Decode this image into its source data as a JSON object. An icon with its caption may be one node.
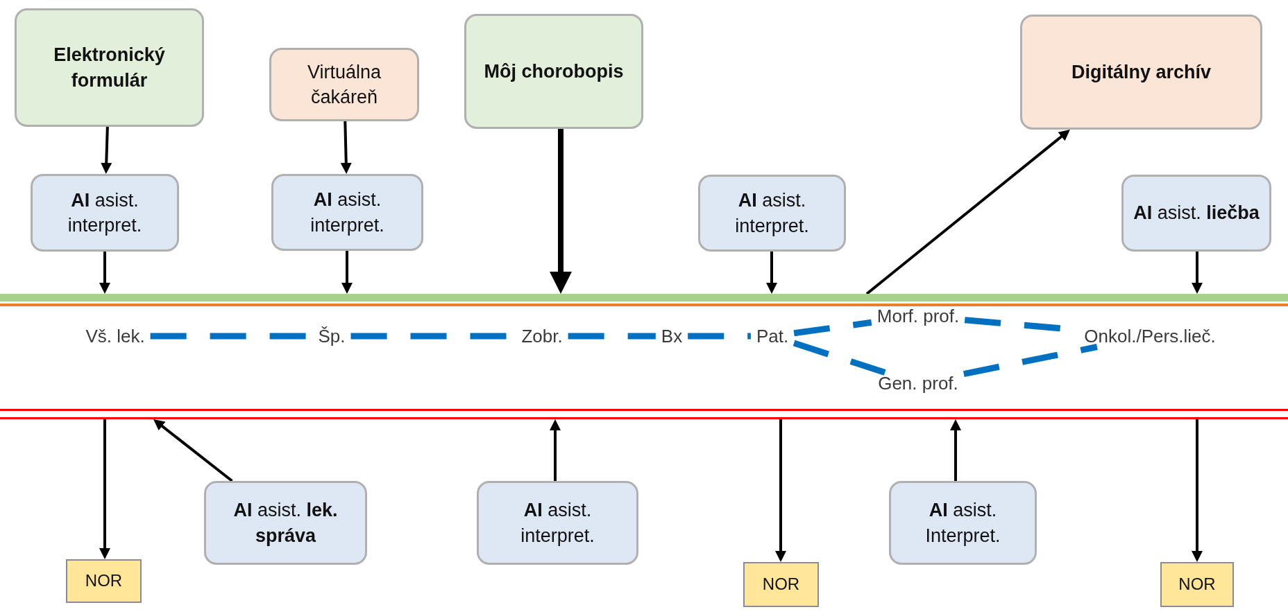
{
  "diagram": {
    "nodes": [
      {
        "text": [
          "Elektronický formulár"
        ]
      },
      {
        "text": [
          "Virtuálna čakáreň"
        ]
      },
      {
        "text": [
          "Môj chorobopis"
        ]
      },
      {
        "text": [
          "Digitálny archív"
        ]
      },
      {
        "text": [
          "**AI** asist. interpret."
        ]
      },
      {
        "text": [
          "**AI** asist. interpret."
        ]
      },
      {
        "text": [
          "**AI** asist. interpret."
        ]
      },
      {
        "text": [
          "**AI** asist. **liečba**"
        ]
      },
      {
        "text": [],
        "shape": "bar"
      },
      {
        "text": [
          "Vš. lek."
        ]
      },
      {
        "text": [
          "Šp."
        ]
      },
      {
        "text": [
          "Zobr."
        ]
      },
      {
        "text": [
          "Bx"
        ]
      },
      {
        "text": [
          "Pat."
        ]
      },
      {
        "text": [
          "Morf. prof."
        ]
      },
      {
        "text": [
          "Gen. prof."
        ]
      },
      {
        "text": [
          "Onkol./Pers.lieč."
        ]
      },
      {
        "text": [],
        "shape": "bar"
      },
      {
        "text": [
          "**AI** asist. **lek. správa**"
        ]
      },
      {
        "text": [
          "**AI** asist. interpret."
        ]
      },
      {
        "text": [
          "**AI** asist. Interpret."
        ]
      },
      {
        "text": [
          "NOR"
        ]
      },
      {
        "text": [
          "NOR"
        ]
      },
      {
        "text": [
          "NOR"
        ]
      }
    ],
    "edges": [
      {
        "from": 0,
        "to": 4,
        "arrow": "to"
      },
      {
        "from": 1,
        "to": 5,
        "arrow": "to"
      },
      {
        "from": 4,
        "to": 8,
        "arrow": "to"
      },
      {
        "from": 5,
        "to": 8,
        "arrow": "to"
      },
      {
        "from": 2,
        "to": 8,
        "arrow": "to",
        "style": "thick"
      },
      {
        "from": 6,
        "to": 8,
        "arrow": "to"
      },
      {
        "from": 8,
        "to": 3,
        "arrow": "to"
      },
      {
        "from": 7,
        "to": 8,
        "arrow": "to"
      },
      {
        "from": 9,
        "to": 10,
        "arrow": "none",
        "style": "dashed",
        "color": "#0070c0"
      },
      {
        "from": 10,
        "to": 11,
        "arrow": "none",
        "style": "dashed",
        "color": "#0070c0"
      },
      {
        "from": 11,
        "to": 12,
        "arrow": "none",
        "style": "dashed",
        "color": "#0070c0"
      },
      {
        "from": 12,
        "to": 13,
        "arrow": "none",
        "style": "dashed",
        "color": "#0070c0"
      },
      {
        "from": 13,
        "to": 14,
        "arrow": "none",
        "style": "dashed",
        "color": "#0070c0"
      },
      {
        "from": 13,
        "to": 15,
        "arrow": "none",
        "style": "dashed",
        "color": "#0070c0"
      },
      {
        "from": 14,
        "to": 16,
        "arrow": "none",
        "style": "dashed",
        "color": "#0070c0"
      },
      {
        "from": 15,
        "to": 16,
        "arrow": "none",
        "style": "dashed",
        "color": "#0070c0"
      },
      {
        "from": 17,
        "to": 21,
        "arrow": "to"
      },
      {
        "from": 18,
        "to": 17,
        "arrow": "to"
      },
      {
        "from": 19,
        "to": 17,
        "arrow": "to"
      },
      {
        "from": 17,
        "to": 22,
        "arrow": "to"
      },
      {
        "from": 20,
        "to": 17,
        "arrow": "to"
      },
      {
        "from": 17,
        "to": 23,
        "arrow": "to"
      }
    ]
  }
}
